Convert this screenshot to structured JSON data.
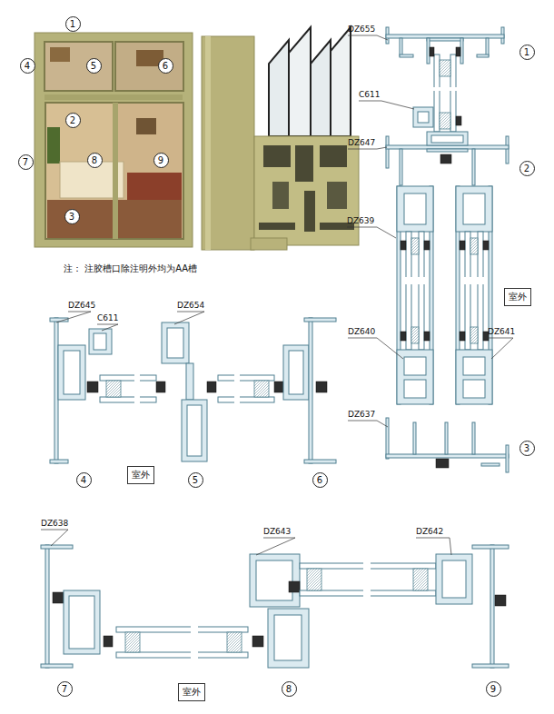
{
  "diagram": {
    "nodes": [
      {
        "text": [
          "1"
        ]
      },
      {
        "text": [
          "4"
        ]
      },
      {
        "text": [
          "5"
        ]
      },
      {
        "text": [
          "6"
        ]
      },
      {
        "text": [
          "2"
        ]
      },
      {
        "text": [
          "7"
        ]
      },
      {
        "text": [
          "8"
        ]
      },
      {
        "text": [
          "9"
        ]
      },
      {
        "text": [
          "3"
        ]
      },
      {
        "text": [
          "1"
        ]
      },
      {
        "text": [
          "2"
        ]
      },
      {
        "text": [
          "室外"
        ]
      },
      {
        "text": [
          "3"
        ]
      },
      {
        "text": [
          "4"
        ]
      },
      {
        "text": [
          "室外"
        ]
      },
      {
        "text": [
          "5"
        ]
      },
      {
        "text": [
          "6"
        ]
      },
      {
        "text": [
          "7"
        ]
      },
      {
        "text": [
          "室外"
        ]
      },
      {
        "text": [
          "8"
        ]
      },
      {
        "text": [
          "9"
        ]
      }
    ],
    "labels": [
      "DZ655",
      "C611",
      "DZ647",
      "DZ639",
      "DZ640",
      "DZ641",
      "DZ637",
      "DZ645",
      "C611",
      "DZ654",
      "DZ638",
      "DZ643",
      "DZ642",
      "注： 注胶槽口除注明外均为AA槽"
    ]
  }
}
